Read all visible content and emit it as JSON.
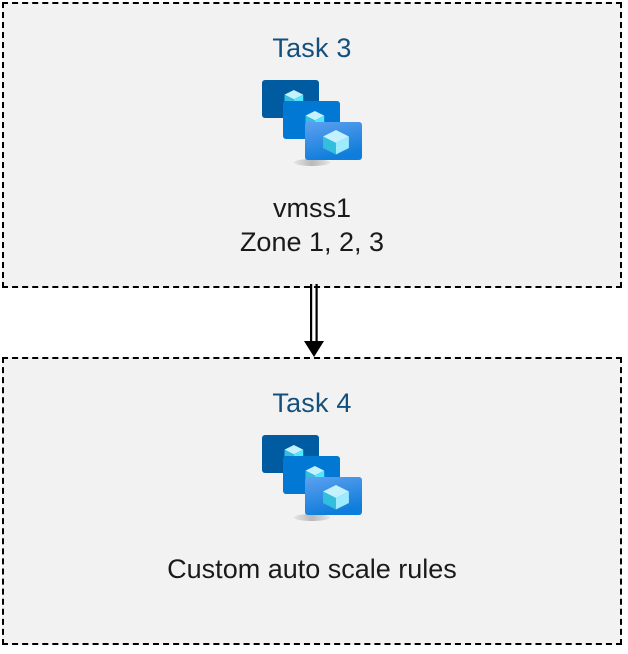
{
  "diagram": {
    "type": "flow",
    "background_color": "#ffffff",
    "box_fill_color": "#f2f2f2",
    "box_border_color": "#000000",
    "box_border_style": "dashed",
    "title_color": "#14507d",
    "caption_color": "#1a1a1a",
    "connector_color": "#000000",
    "nodes": [
      {
        "id": "task3",
        "title": "Task 3",
        "icon": "azure-virtual-machine-scale-set-icon",
        "caption_lines": [
          "vmss1",
          "Zone 1, 2, 3"
        ]
      },
      {
        "id": "task4",
        "title": "Task 4",
        "icon": "azure-virtual-machine-scale-set-icon",
        "caption_lines": [
          "Custom auto scale rules"
        ]
      }
    ],
    "connectors": [
      {
        "id": "task3-to-task4",
        "from": "task3",
        "to": "task4",
        "style": "double-line",
        "arrowhead": "solid-triangle",
        "direction": "down"
      }
    ]
  }
}
